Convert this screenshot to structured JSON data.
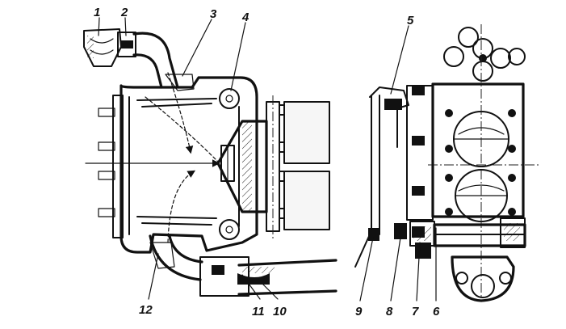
{
  "figure": {
    "callouts": [
      {
        "id": "1",
        "label": "1"
      },
      {
        "id": "2",
        "label": "2"
      },
      {
        "id": "3",
        "label": "3"
      },
      {
        "id": "4",
        "label": "4"
      },
      {
        "id": "5",
        "label": "5"
      },
      {
        "id": "6",
        "label": "6"
      },
      {
        "id": "7",
        "label": "7"
      },
      {
        "id": "8",
        "label": "8"
      },
      {
        "id": "9",
        "label": "9"
      },
      {
        "id": "10",
        "label": "10"
      },
      {
        "id": "11",
        "label": "11"
      },
      {
        "id": "12",
        "label": "12"
      }
    ],
    "ink_color": "#111111",
    "paper_color": "#ffffff"
  }
}
